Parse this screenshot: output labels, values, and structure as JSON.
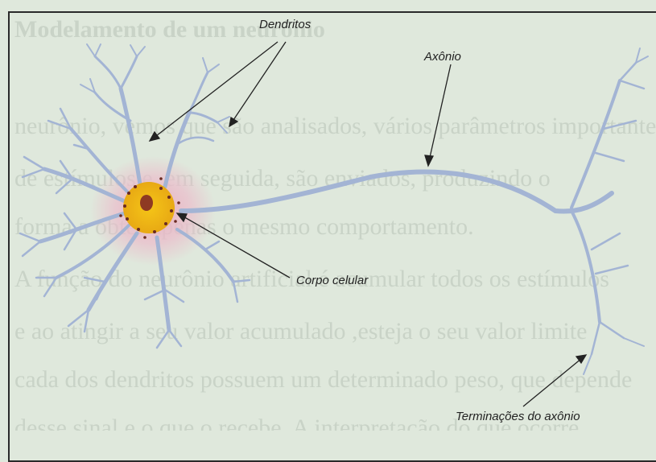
{
  "labels": {
    "dendrites": "Dendritos",
    "axon": "Axônio",
    "cell_body": "Corpo celular",
    "axon_terminals": "Terminações do axônio"
  },
  "background_text": [
    "Modelamento de um neurônio",
    "neurônio, vemos que são analisados, vários parâmetros importantes",
    "de estímulos e, em seguida, são enviados, produzindo o",
    "forma a obter apenas o mesmo comportamento.",
    "A função do neurônio artificial é acumular todos os estímulos",
    "e ao atingir a seu valor acumulado ,esteja o seu valor limite",
    "cada dos dendritos possuem um determinado peso, que depende",
    "desse sinal e o que o recebe. A interpretação do que ocorre"
  ],
  "colors": {
    "background": "#dfe8dc",
    "neuron": "#a9b8d6",
    "cell_body_glow": "#e7b3c4",
    "nucleus": "#f2c21b",
    "frame": "#2a2a2a"
  }
}
